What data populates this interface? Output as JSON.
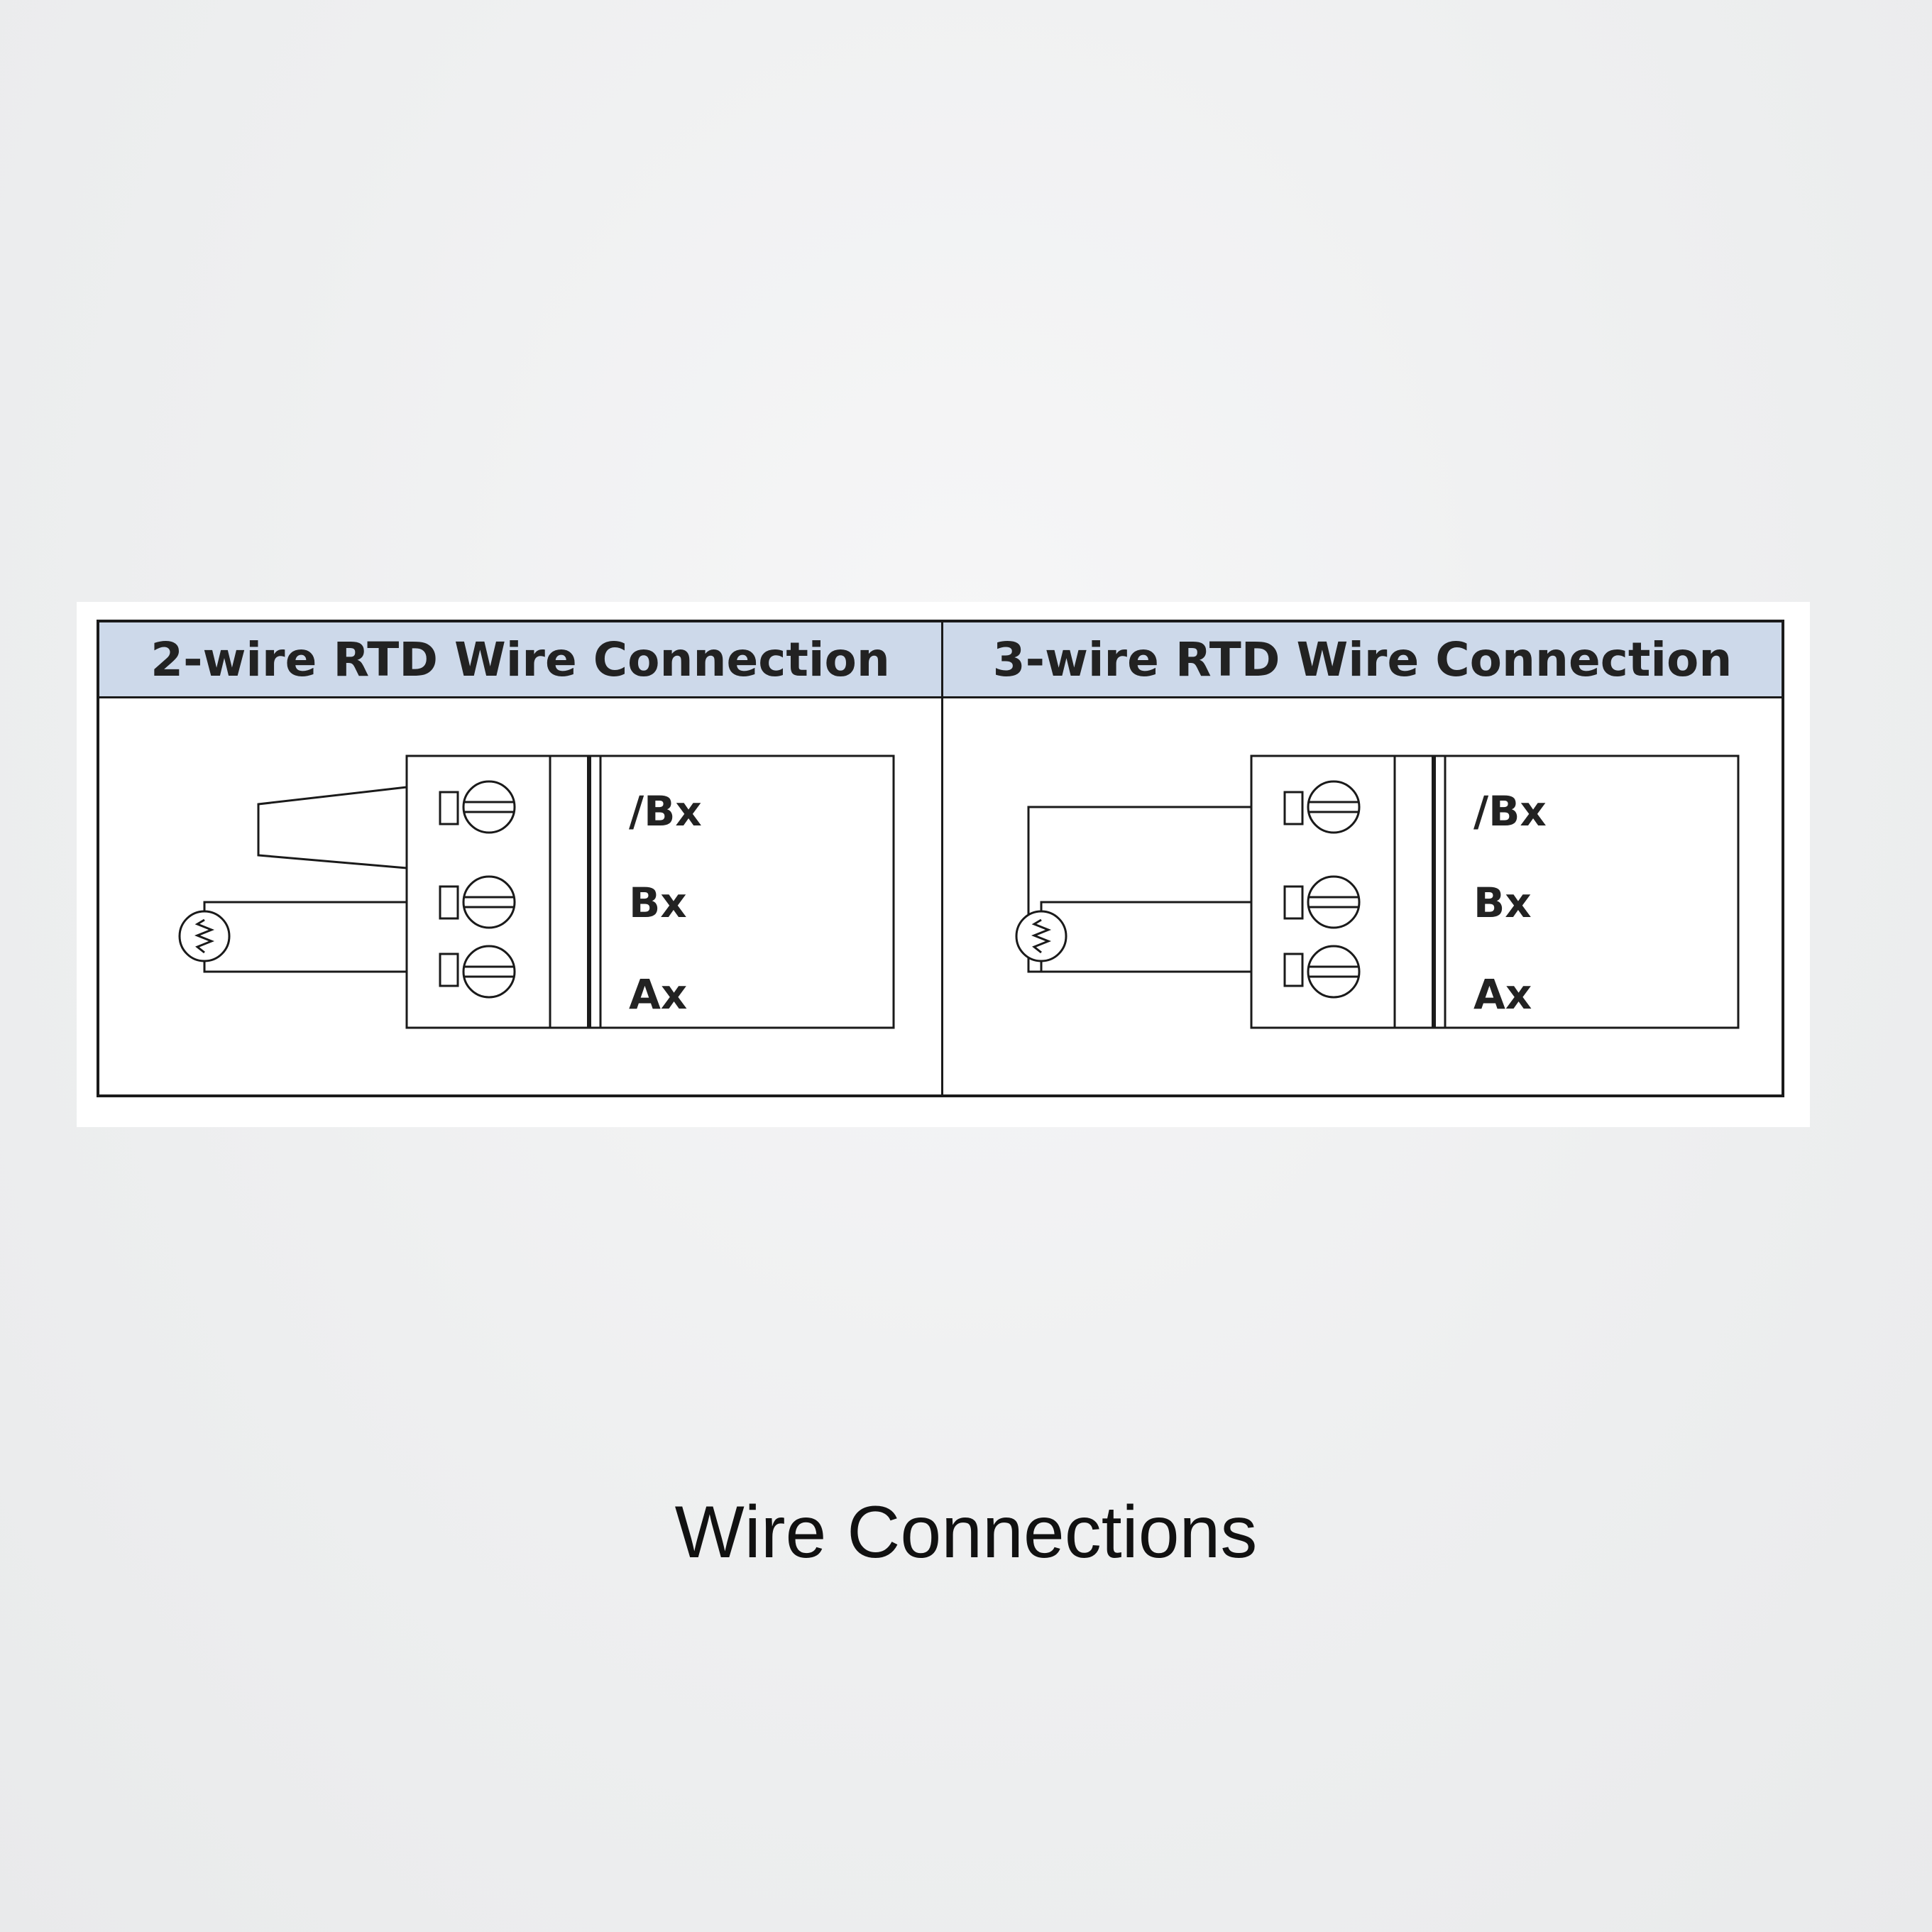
{
  "panels": [
    {
      "title": "2-wire RTD Wire Connection",
      "terminals": [
        "/Bx",
        "Bx",
        "Ax"
      ]
    },
    {
      "title": "3-wire RTD Wire Connection",
      "terminals": [
        "/Bx",
        "Bx",
        "Ax"
      ]
    }
  ],
  "caption": "Wire Connections",
  "colors": {
    "header_fill": "#cdd9ea",
    "line": "#1a1a1a",
    "background": "#eeeff0"
  }
}
